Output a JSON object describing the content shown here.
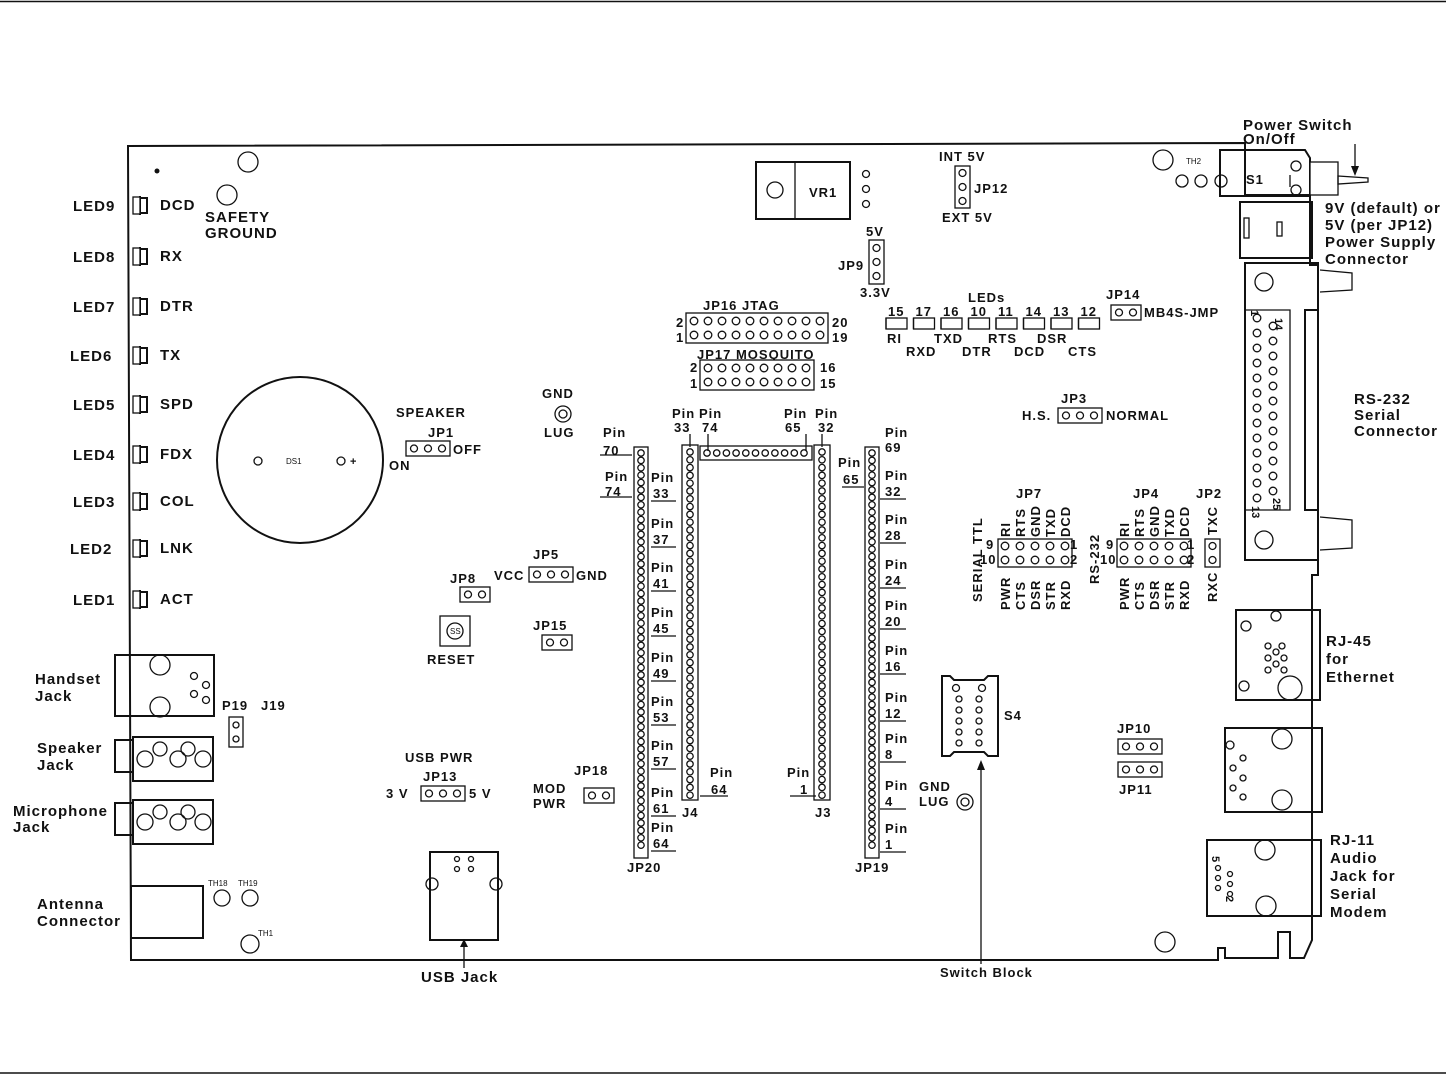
{
  "leds": [
    {
      "id": "LED9",
      "sig": "DCD"
    },
    {
      "id": "LED8",
      "sig": "RX"
    },
    {
      "id": "LED7",
      "sig": "DTR"
    },
    {
      "id": "LED6",
      "sig": "TX"
    },
    {
      "id": "LED5",
      "sig": "SPD"
    },
    {
      "id": "LED4",
      "sig": "FDX"
    },
    {
      "id": "LED3",
      "sig": "COL"
    },
    {
      "id": "LED2",
      "sig": "LNK"
    },
    {
      "id": "LED1",
      "sig": "ACT"
    }
  ],
  "labels": {
    "safety_1": "SAFETY",
    "safety_2": "GROUND",
    "ds1": "DS1",
    "ds1_plus": "+",
    "speaker": "SPEAKER",
    "jp1": "JP1",
    "jp1_on": "ON",
    "jp1_off": "OFF",
    "gnd_lug_top_1": "GND",
    "gnd_lug_top_2": "LUG",
    "jp5": "JP5",
    "jp5_vcc": "VCC",
    "jp5_gnd": "GND",
    "jp8": "JP8",
    "jp15": "JP15",
    "reset": "RESET",
    "ss": "SS",
    "handset_1": "Handset",
    "handset_2": "Jack",
    "speakerjack_1": "Speaker",
    "speakerjack_2": "Jack",
    "mic_1": "Microphone",
    "mic_2": "Jack",
    "antenna_1": "Antenna",
    "antenna_2": "Connector",
    "p19": "P19",
    "j19": "J19",
    "usb_pwr": "USB PWR",
    "jp13": "JP13",
    "jp13_3v": "3 V",
    "jp13_5v": "5 V",
    "jp18": "JP18",
    "mod_1": "MOD",
    "mod_2": "PWR",
    "usb_jack": "USB Jack",
    "th1": "TH1",
    "th2": "TH2",
    "th18": "TH18",
    "th19": "TH19",
    "vr1": "VR1",
    "int5v": "INT 5V",
    "jp12": "JP12",
    "ext5v": "EXT 5V",
    "jp9_5v": "5V",
    "jp9": "JP9",
    "jp9_33v": "3.3V",
    "jp16": "JP16  JTAG",
    "jp17": "JP17 MOSQUITO",
    "jp16_2": "2",
    "jp16_1": "1",
    "jp16_20": "20",
    "jp16_19": "19",
    "jp17_2": "2",
    "jp17_1": "1",
    "jp17_16": "16",
    "jp17_15": "15",
    "leds_title": "LEDs",
    "led_nums": [
      "15",
      "17",
      "16",
      "10",
      "11",
      "14",
      "13",
      "12"
    ],
    "led_sigs_top": [
      "RI",
      "TXD",
      "RTS",
      "DSR"
    ],
    "led_sigs_bot": [
      "RXD",
      "DTR",
      "DCD",
      "CTS"
    ],
    "jp14": "JP14",
    "mb4s": "MB4S-JMP",
    "jp3": "JP3",
    "hs": "H.S.",
    "normal": "NORMAL",
    "jp7": "JP7",
    "jp4": "JP4",
    "jp2": "JP2",
    "serial_ttl": "SERIAL TTL",
    "rs232_side": "RS-232",
    "jp7_top": [
      "RI",
      "RTS",
      "GND",
      "TXD",
      "DCD"
    ],
    "jp7_bot": [
      "PWR",
      "CTS",
      "DSR",
      "STR",
      "RXD"
    ],
    "jp4_top": [
      "RI",
      "RTS",
      "GND",
      "TXD",
      "DCD"
    ],
    "jp4_bot": [
      "PWR",
      "CTS",
      "DSR",
      "STR",
      "RXD"
    ],
    "jp2_top": "TXC",
    "jp2_bot": "RXC",
    "n9": "9",
    "n10": "10",
    "n1": "1",
    "n2": "2",
    "s1": "S1",
    "s4": "S4",
    "power_switch_1": "Power Switch",
    "power_switch_2": "On/Off",
    "psu_1": "9V (default) or",
    "psu_2": "5V (per JP12)",
    "psu_3": "Power Supply",
    "psu_4": "Connector",
    "rs232_1": "RS-232",
    "rs232_2": "Serial",
    "rs232_3": "Connector",
    "db_1": "1",
    "db_14": "14",
    "db_25": "25",
    "db_13": "13",
    "rj45_1": "RJ-45",
    "rj45_2": "for",
    "rj45_3": "Ethernet",
    "rj11_1": "RJ-11",
    "rj11_2": "Audio",
    "rj11_3": "Jack for",
    "rj11_4": "Serial",
    "rj11_5": "Modem",
    "rj11_n5": "5",
    "rj11_n2": "2",
    "jp10": "JP10",
    "jp11": "JP11",
    "gnd_lug_bot_1": "GND",
    "gnd_lug_bot_2": "LUG",
    "switch_block": "Switch Block",
    "jp20": "JP20",
    "jp19": "JP19",
    "j4": "J4",
    "j3": "J3",
    "pin": "Pin",
    "j4_pin33": "33",
    "j4_pin74": "74",
    "j4_pin64": "64",
    "j3_pin65": "65",
    "j3_pin32": "32",
    "j3_pin1": "1",
    "jp20_pin70": "70",
    "jp20_pin74": "74",
    "jp20_nums": [
      "33",
      "37",
      "41",
      "45",
      "49",
      "53",
      "57",
      "61",
      "64"
    ],
    "jp19_pin69": "69",
    "jp19_pin65": "65",
    "jp19_nums": [
      "32",
      "28",
      "24",
      "20",
      "16",
      "12",
      "8",
      "4",
      "1"
    ]
  }
}
